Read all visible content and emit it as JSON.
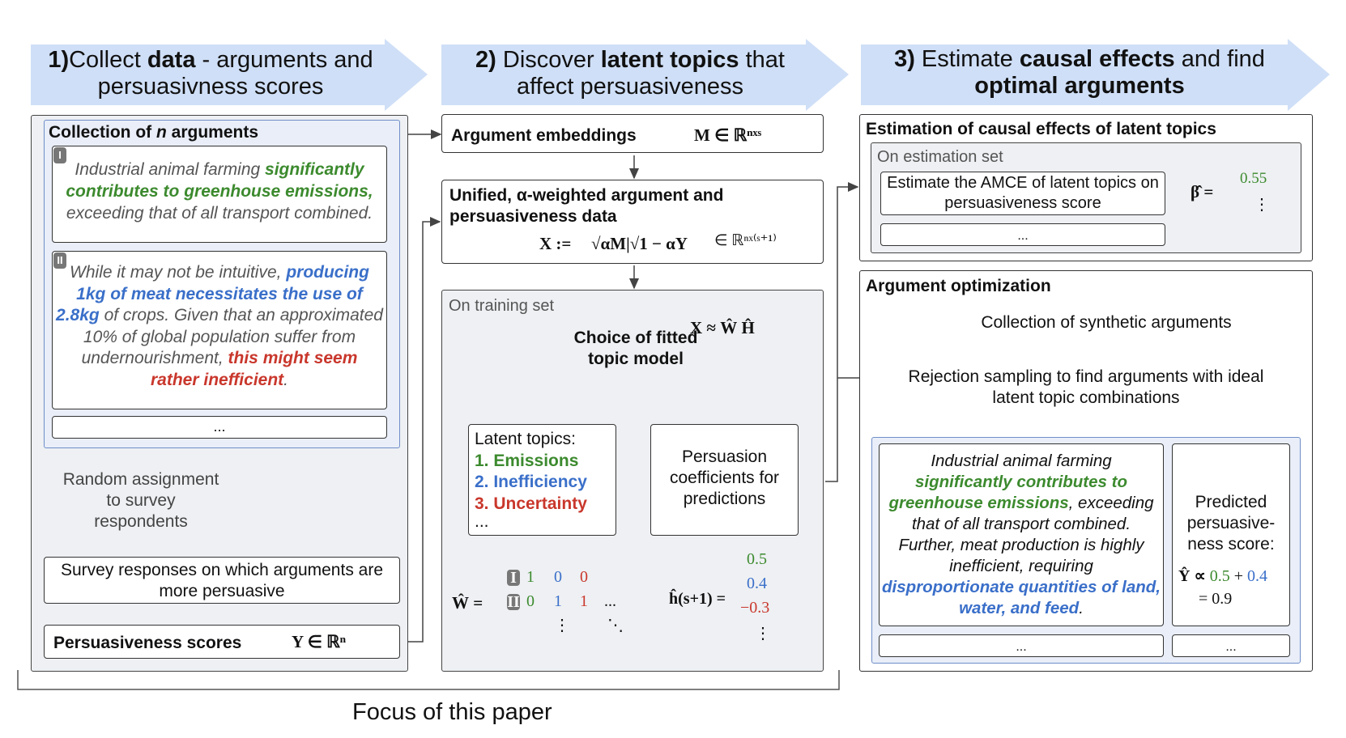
{
  "col1": {
    "header_num": "1)",
    "header_a": "Collect ",
    "header_b": "data",
    "header_c": " - arguments and",
    "header_d": "persuasivness scores",
    "collection_title_a": "Collection of ",
    "collection_title_n": "n",
    "collection_title_b": " arguments",
    "arg1_badge": "I",
    "arg1_p1": "Industrial animal farming ",
    "arg1_p2": "significantly contributes to greenhouse emissions,",
    "arg1_p3": " exceeding that of all transport combined.",
    "arg2_badge": "II",
    "arg2_p1": "While it may not be intuitive, ",
    "arg2_p2": "producing 1kg of meat necessitates the use of 2.8kg",
    "arg2_p3": " of crops. Given that an approximated 10% of global population suffer from undernourishment, ",
    "arg2_p4": "this might seem rather inefficient",
    "arg2_p5": ".",
    "ellipsis": "...",
    "random_assignment": "Random assignment to survey respondents",
    "survey_responses": "Survey responses on which arguments are more persuasive",
    "persuasiveness_scores": "Persuasiveness scores",
    "y_formula": "Y ∈ ℝⁿ"
  },
  "col2": {
    "header_num": "2)",
    "header_a": " Discover ",
    "header_b": "latent topics",
    "header_c": " that",
    "header_d": "affect persuasiveness",
    "embeddings_label": "Argument embeddings",
    "m_formula": "M ∈ ℝⁿˣˢ",
    "unified_label": "Unified, α-weighted argument and persuasiveness data",
    "x_formula_lhs": "X := ",
    "x_formula_rhs": " ∈ ℝⁿˣ⁽ˢ⁺¹⁾",
    "training_label": "On training set",
    "approx_formula": "X ≈ Ŵ Ĥ",
    "choice_label": "Choice of fitted topic model",
    "latent_title": "Latent topics:",
    "topic1": "1. Emissions",
    "topic2": "2. Inefficiency",
    "topic3": "3. Uncertainty",
    "topic_more": "...",
    "coef_label": "Persuasion coefficients for predictions",
    "w_label": "Ŵ =",
    "w_row1": [
      "1",
      "0",
      "0"
    ],
    "w_row2": [
      "0",
      "1",
      "1",
      "..."
    ],
    "w_dots": "⋮",
    "w_ddots": "⋱",
    "h_label": "ĥ(s+1) =",
    "h_values": [
      "0.5",
      "0.4",
      "−0.3",
      "⋮"
    ],
    "badge1": "I",
    "badge2": "II"
  },
  "col3": {
    "header_num": "3)",
    "header_a": " Estimate ",
    "header_b": "causal effects",
    "header_c": " and find",
    "header_d": "optimal arguments",
    "estimation_title": "Estimation of causal effects of latent topics",
    "estimation_set": "On estimation set",
    "amce_label": "Estimate the AMCE of latent topics on persuasiveness score",
    "beta_label": "β̂ =",
    "beta_values": [
      "0.55",
      "⋮"
    ],
    "ellipsis": "...",
    "optimization_title": "Argument optimization",
    "synthetic_label": "Collection of synthetic arguments",
    "rejection_label": "Rejection sampling to find arguments with ideal latent topic combinations",
    "opt_p1": "Industrial animal farming ",
    "opt_p2": "significantly contributes to greenhouse emissions",
    "opt_p3": ", exceeding that of all transport combined. Further, meat production is highly inefficient, requiring ",
    "opt_p4": "disproportionate quantities of land, water, and feed",
    "opt_p5": ".",
    "predicted_label": "Predicted persuasive-ness score:",
    "y_hat_a": "Ŷ ∝ ",
    "y_hat_b": "0.5",
    "y_hat_c": " + ",
    "y_hat_d": "0.4",
    "y_hat_e": "= 0.9"
  },
  "footer": "Focus of this paper",
  "colors": {
    "banner": "#cfdff7",
    "green": "#3c8a2e",
    "blue": "#3a6fc9",
    "red": "#c9372c",
    "big_arrow": "#4a6cc3"
  }
}
